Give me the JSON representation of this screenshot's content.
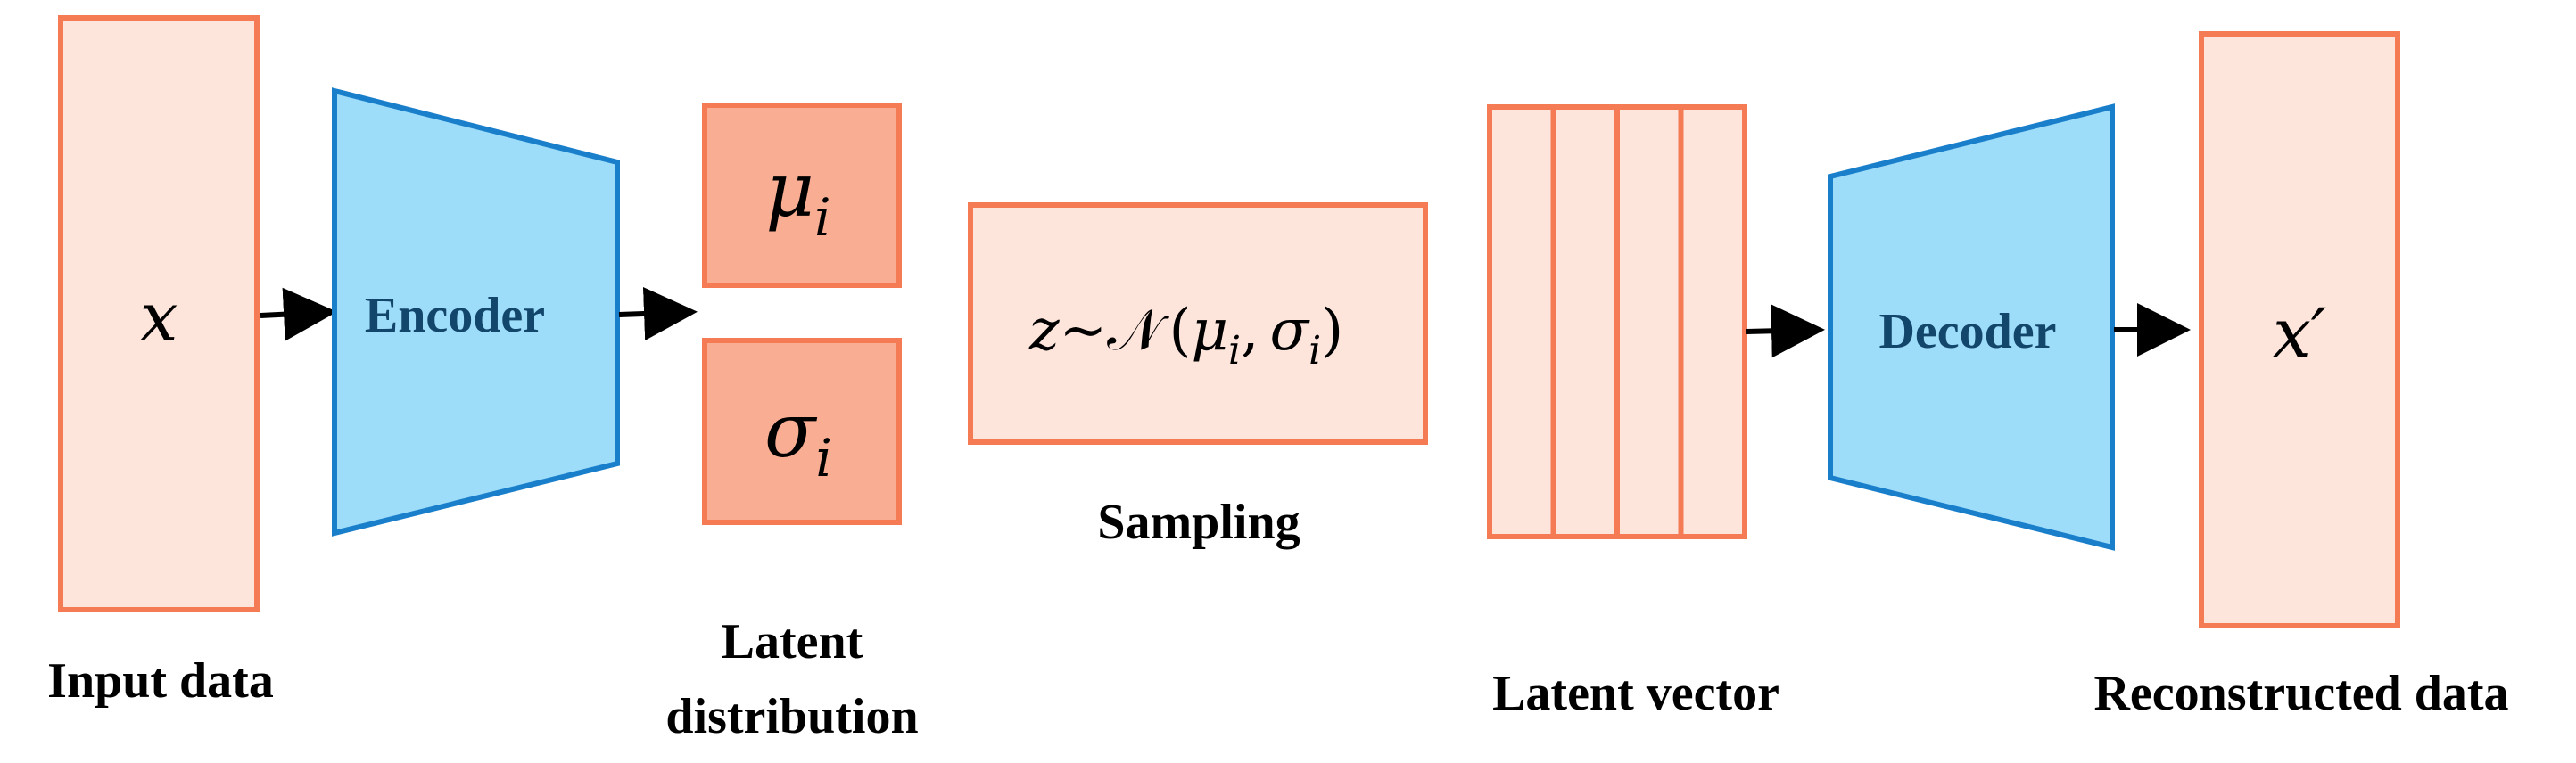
{
  "colors": {
    "data_box_fill": "#FDE5DC",
    "data_box_stroke": "#F47B53",
    "param_box_fill": "#F9AE94",
    "trapezoid_fill": "#9EDDFA",
    "trapezoid_stroke": "#1A7FCB",
    "network_text": "#12466B",
    "arrow": "#000000",
    "caption_text": "#000000"
  },
  "icons": {
    "arrow": "arrow-right-icon"
  },
  "input": {
    "symbol": "x",
    "caption": "Input data"
  },
  "encoder": {
    "label": "Encoder"
  },
  "latent_distribution": {
    "mu_base": "μ",
    "mu_sub": "i",
    "sigma_base": "σ",
    "sigma_sub": "i",
    "caption_line1": "Latent",
    "caption_line2": "distribution"
  },
  "sampling": {
    "z": "z",
    "tilde": "∼",
    "normal": "𝒩",
    "open_paren": "(",
    "mu": "μ",
    "mu_sub": "i",
    "comma": ",",
    "sigma": "σ",
    "sigma_sub": "i",
    "close_paren": ")",
    "caption": "Sampling"
  },
  "latent_vector": {
    "cells": 4,
    "caption": "Latent vector"
  },
  "decoder": {
    "label": "Decoder"
  },
  "output": {
    "symbol": "x′",
    "caption": "Reconstructed data"
  }
}
